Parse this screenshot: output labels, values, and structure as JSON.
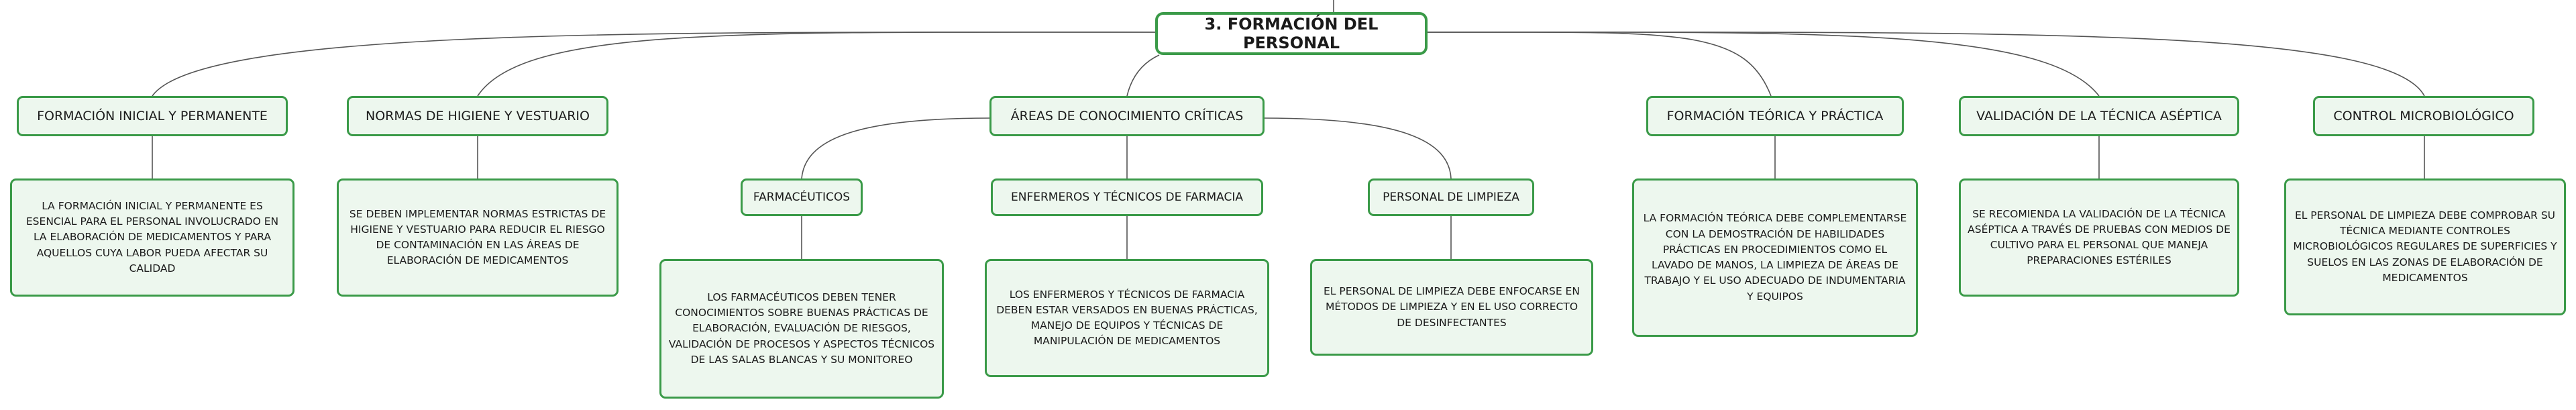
{
  "root": {
    "label": "3. FORMACIÓN DEL PERSONAL"
  },
  "branches": {
    "formacion": {
      "label": "FORMACIÓN INICIAL Y PERMANENTE",
      "detail": "LA FORMACIÓN INICIAL Y PERMANENTE ES ESENCIAL PARA EL PERSONAL INVOLUCRADO EN LA ELABORACIÓN DE MEDICAMENTOS Y PARA AQUELLOS CUYA LABOR PUEDA AFECTAR SU CALIDAD"
    },
    "normas": {
      "label": "NORMAS DE HIGIENE Y VESTUARIO",
      "detail": "SE DEBEN IMPLEMENTAR NORMAS ESTRICTAS DE HIGIENE Y VESTUARIO PARA REDUCIR EL RIESGO DE CONTAMINACIÓN EN LAS ÁREAS DE ELABORACIÓN DE MEDICAMENTOS"
    },
    "areas": {
      "label": "ÁREAS DE CONOCIMIENTO CRÍTICAS",
      "farmaceuticos": {
        "label": "FARMACÉUTICOS",
        "detail": "LOS FARMACÉUTICOS DEBEN TENER CONOCIMIENTOS SOBRE BUENAS PRÁCTICAS DE ELABORACIÓN, EVALUACIÓN DE RIESGOS, VALIDACIÓN DE PROCESOS Y ASPECTOS TÉCNICOS DE LAS SALAS BLANCAS Y SU MONITOREO"
      },
      "enfermeros": {
        "label": "ENFERMEROS Y TÉCNICOS DE FARMACIA",
        "detail": "LOS ENFERMEROS Y TÉCNICOS DE FARMACIA DEBEN ESTAR VERSADOS EN BUENAS PRÁCTICAS, MANEJO DE EQUIPOS Y TÉCNICAS DE MANIPULACIÓN DE MEDICAMENTOS"
      },
      "limpieza": {
        "label": "PERSONAL DE LIMPIEZA",
        "detail": "EL PERSONAL DE LIMPIEZA DEBE ENFOCARSE EN MÉTODOS DE LIMPIEZA Y EN EL USO CORRECTO DE DESINFECTANTES"
      }
    },
    "teorica": {
      "label": "FORMACIÓN TEÓRICA Y PRÁCTICA",
      "detail": "LA FORMACIÓN TEÓRICA DEBE COMPLEMENTARSE CON LA DEMOSTRACIÓN DE HABILIDADES PRÁCTICAS EN PROCEDIMIENTOS COMO EL LAVADO DE MANOS, LA LIMPIEZA DE ÁREAS DE TRABAJO Y EL USO ADECUADO DE INDUMENTARIA Y EQUIPOS"
    },
    "validacion": {
      "label": "VALIDACIÓN DE LA TÉCNICA ASÉPTICA",
      "detail": "SE RECOMIENDA LA VALIDACIÓN DE LA TÉCNICA ASÉPTICA A TRAVÉS DE PRUEBAS CON MEDIOS DE CULTIVO PARA EL PERSONAL QUE MANEJA PREPARACIONES ESTÉRILES"
    },
    "control": {
      "label": "CONTROL MICROBIOLÓGICO",
      "detail": "EL PERSONAL DE LIMPIEZA DEBE COMPROBAR SU TÉCNICA MEDIANTE CONTROLES MICROBIOLÓGICOS REGULARES DE SUPERFICIES Y SUELOS EN LAS ZONAS DE ELABORACIÓN DE MEDICAMENTOS"
    }
  },
  "colors": {
    "node_border": "#3a9a48",
    "node_fill": "#edf7ee",
    "connector": "#555555"
  }
}
